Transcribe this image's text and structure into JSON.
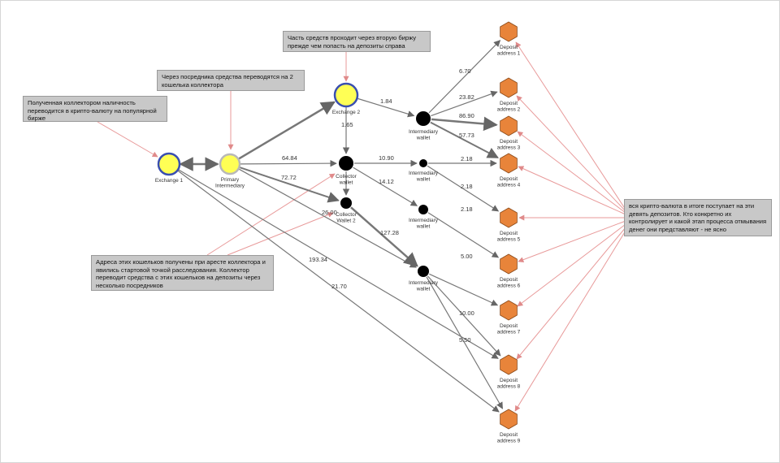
{
  "nodes": {
    "exchange1": {
      "label": "Exchange 1"
    },
    "primary": {
      "label": [
        "Primary",
        "Intermediary"
      ]
    },
    "exchange2": {
      "label": "Exchange 2"
    },
    "collector1": {
      "label": [
        "Collector",
        "wallet"
      ]
    },
    "collector2": {
      "label": [
        "Collector",
        "Wallet 2"
      ]
    },
    "iw1": {
      "label": [
        "Intermediary",
        "wallet"
      ]
    },
    "iw2": {
      "label": [
        "Intermediary",
        "wallet"
      ]
    },
    "iw3": {
      "label": [
        "Intermediary",
        "wallet"
      ]
    },
    "iw4": {
      "label": [
        "Intermediary",
        "wallet"
      ]
    },
    "d1": {
      "label": [
        "Deposit",
        "address 1"
      ]
    },
    "d2": {
      "label": [
        "Deposit",
        "address 2"
      ]
    },
    "d3": {
      "label": [
        "Deposit",
        "address 3"
      ]
    },
    "d4": {
      "label": [
        "Deposit",
        "address 4"
      ]
    },
    "d5": {
      "label": [
        "Deposit",
        "address 5"
      ]
    },
    "d6": {
      "label": [
        "Deposit",
        "address 6"
      ]
    },
    "d7": {
      "label": [
        "Deposit",
        "address 7"
      ]
    },
    "d8": {
      "label": [
        "Deposit",
        "address 8"
      ]
    },
    "d9": {
      "label": [
        "Deposit",
        "address 9"
      ]
    }
  },
  "edges": [
    {
      "from": "exchange1",
      "to": "primary",
      "label": ""
    },
    {
      "from": "primary",
      "to": "exchange2",
      "label": ""
    },
    {
      "from": "primary",
      "to": "collector1",
      "label": "64.84"
    },
    {
      "from": "primary",
      "to": "collector2",
      "label": "72.72"
    },
    {
      "from": "primary",
      "to": "iw4",
      "label": ""
    },
    {
      "from": "exchange1",
      "to": "d8",
      "label": "193.34"
    },
    {
      "from": "exchange1",
      "to": "d9",
      "label": "21.70"
    },
    {
      "from": "exchange2",
      "to": "collector1",
      "label": "1.65"
    },
    {
      "from": "exchange2",
      "to": "iw1",
      "label": "1.84"
    },
    {
      "from": "collector1",
      "to": "iw2",
      "label": "10.90"
    },
    {
      "from": "collector1",
      "to": "iw3",
      "label": "14.12"
    },
    {
      "from": "collector1",
      "to": "collector2",
      "label": ""
    },
    {
      "from": "collector2",
      "to": "iw4",
      "label": "127.28"
    },
    {
      "from": "iw1",
      "to": "d1",
      "label": "6.70"
    },
    {
      "from": "iw1",
      "to": "d2",
      "label": "23.82"
    },
    {
      "from": "iw1",
      "to": "d3",
      "label": "86.90"
    },
    {
      "from": "iw1",
      "to": "d4",
      "label": "57.73"
    },
    {
      "from": "iw2",
      "to": "d4",
      "label": "2.18"
    },
    {
      "from": "iw2",
      "to": "d5",
      "label": "2.18"
    },
    {
      "from": "iw3",
      "to": "d6",
      "label": "2.18"
    },
    {
      "from": "iw4",
      "to": "d7",
      "label": "5.00"
    },
    {
      "from": "iw4",
      "to": "d8",
      "label": "10.00"
    },
    {
      "from": "iw4",
      "to": "d9",
      "label": "5.50"
    },
    {
      "from": "collector2",
      "to": "collector2",
      "label": "26.00"
    }
  ],
  "notes": {
    "n1": "Полученная коллектором наличность переводится в крипто-валюту на популярной бирже",
    "n2": "Через посредника средства переводятся на 2 кошелька коллектора",
    "n3": "Часть средств проходит через вторую биржу прежде чем попасть на депозиты справа",
    "n4": "Адреса этих кошельков получены при аресте коллектора и явились стартовой точкой расследования. Коллектор переводит средства с этих кошельков на депозиты через несколько посредников",
    "n5": "вся крипто-валюта в итоге поступает на эти девять депозитов. Кто конкретно их контролирует и какой этап процесса отмывания денег они представляют - не ясно"
  },
  "colors": {
    "exchange_fill": "#ffff55",
    "exchange_stroke": "#3a4fb0",
    "primary_fill": "#ffff55",
    "primary_stroke": "#b8b8b8",
    "wallet_fill": "#000000",
    "deposit_fill": "#e8843a",
    "deposit_stroke": "#8a4a1a",
    "edge": "#777777",
    "annotation_arrow": "#e89a9a",
    "note_bg": "#c8c8c8"
  }
}
